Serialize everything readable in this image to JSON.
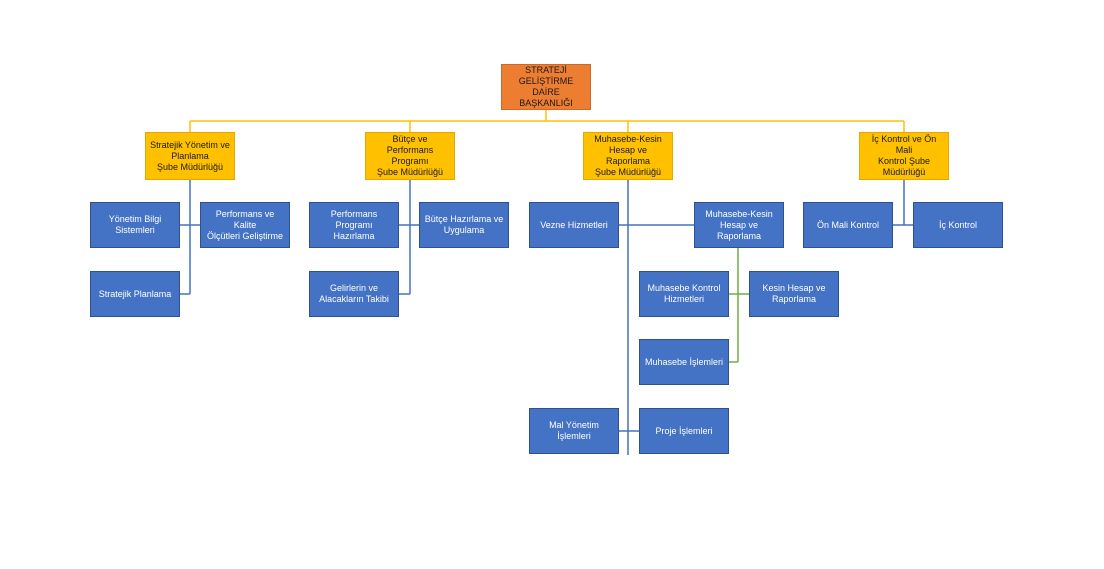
{
  "root": {
    "line1": "STRATEJİ GELİŞTİRME",
    "line2": "DAİRE BAŞKANLIĞI"
  },
  "branches": [
    {
      "line1": "Stratejik Yönetim ve",
      "line2": "Planlama",
      "line3": "Şube Müdürlüğü"
    },
    {
      "line1": "Bütçe ve Performans",
      "line2": "Programı",
      "line3": "Şube Müdürlüğü"
    },
    {
      "line1": "Muhasebe-Kesin",
      "line2": "Hesap ve Raporlama",
      "line3": "Şube Müdürlüğü"
    },
    {
      "line1": "İç Kontrol ve Ön Mali",
      "line2": "Kontrol Şube",
      "line3": "Müdürlüğü"
    }
  ],
  "units": {
    "yonetim_bilgi": {
      "line1": "Yönetim Bilgi",
      "line2": "Sistemleri"
    },
    "performans_kalite": {
      "line1": "Performans ve Kalite",
      "line2": "Ölçütleri Geliştirme"
    },
    "stratejik_planlama": {
      "line1": "Stratejik Planlama"
    },
    "performans_programi": {
      "line1": "Performans Programı",
      "line2": "Hazırlama"
    },
    "butce_hazirlama": {
      "line1": "Bütçe Hazırlama ve",
      "line2": "Uygulama"
    },
    "gelirler": {
      "line1": "Gelirlerin ve",
      "line2": "Alacakların Takibi"
    },
    "vezne": {
      "line1": "Vezne Hizmetleri"
    },
    "muhasebe_kesin": {
      "line1": "Muhasebe-Kesin",
      "line2": "Hesap ve Raporlama"
    },
    "muhasebe_kontrol": {
      "line1": "Muhasebe Kontrol",
      "line2": "Hizmetleri"
    },
    "kesin_hesap": {
      "line1": "Kesin Hesap ve",
      "line2": "Raporlama"
    },
    "muhasebe_islemleri": {
      "line1": "Muhasebe İşlemleri"
    },
    "mal_yonetim": {
      "line1": "Mal Yönetim İşlemleri"
    },
    "proje": {
      "line1": "Proje İşlemleri"
    },
    "on_mali": {
      "line1": "Ön Mali Kontrol"
    },
    "ic_kontrol": {
      "line1": "İç Kontrol"
    }
  },
  "colors": {
    "root": "#ED7D31",
    "branch": "#FFC000",
    "unit": "#4472C4",
    "connector_gold": "#FFC000",
    "connector_blue": "#4472C4",
    "connector_green": "#70AD47"
  }
}
